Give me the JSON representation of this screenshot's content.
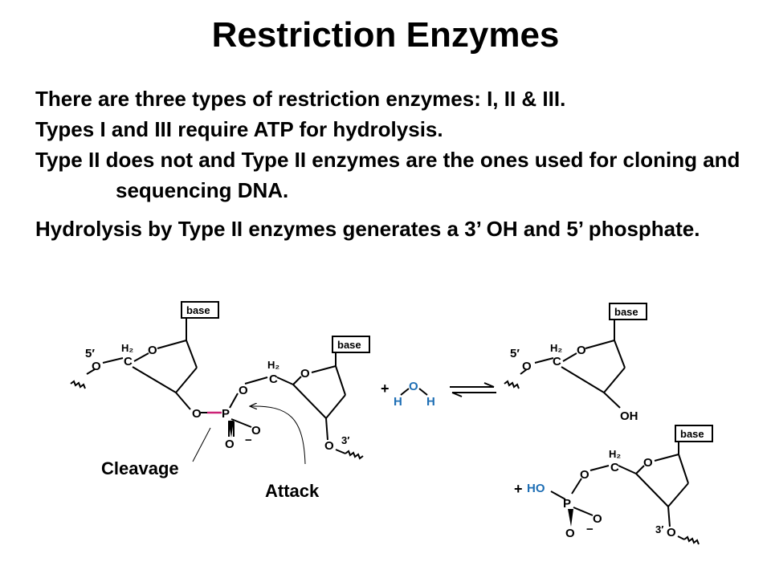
{
  "slide": {
    "title": "Restriction Enzymes",
    "paragraphs": [
      "There are three types of restriction enzymes: I, II & III.",
      "Types I and III require ATP for hydrolysis.",
      "Type II does not and Type II enzymes are the ones used for cloning and sequencing DNA.",
      "Hydrolysis by Type II enzymes generates a 3’ OH and 5’ phosphate."
    ]
  },
  "diagram": {
    "labels": {
      "cleavage": "Cleavage",
      "attack": "Attack"
    },
    "atoms": {
      "base": "base",
      "oxygen": "O",
      "carbon": "C",
      "h2": "H₂",
      "phosphorus": "P",
      "five_prime": "5′",
      "three_prime": "3′",
      "minus": "−",
      "plus": "+",
      "water_h": "H",
      "water_o": "O",
      "oh": "OH",
      "ho": "HO"
    },
    "colors": {
      "cleaved_bond": "#cc2277",
      "water_and_products": "#1f6fb5"
    }
  }
}
